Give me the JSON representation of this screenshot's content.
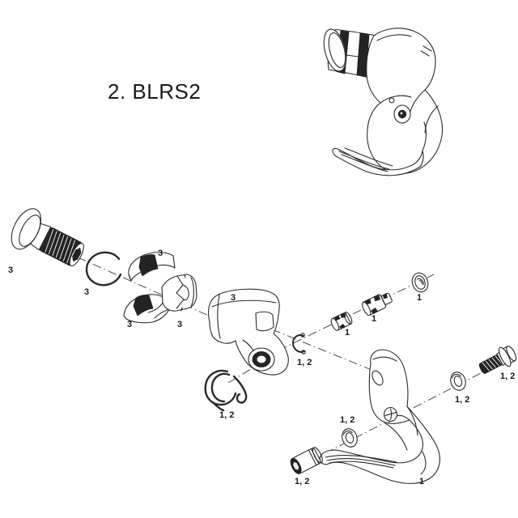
{
  "title": "2. BLRS2",
  "diagram": {
    "type": "exploded-parts-diagram",
    "subject": "aero brake lever",
    "colors": {
      "line": "#2a2a2a",
      "dark_fill": "#242424",
      "background": "#ffffff",
      "label_text": "#1a1a1a"
    },
    "parts": [
      {
        "name": "mounting-bolt",
        "label": "3"
      },
      {
        "name": "snap-ring",
        "label": "3"
      },
      {
        "name": "upper-shell",
        "label": "3"
      },
      {
        "name": "lower-shell",
        "label": "3"
      },
      {
        "name": "expander-wedge",
        "label": "3"
      },
      {
        "name": "clamp-body",
        "label": "3"
      },
      {
        "name": "return-spring",
        "label": "1, 2"
      },
      {
        "name": "retaining-clip",
        "label": "1, 2"
      },
      {
        "name": "cable-ferrule",
        "label": "1"
      },
      {
        "name": "barrel-adjuster",
        "label": "1"
      },
      {
        "name": "adjuster-washer",
        "label": "1"
      },
      {
        "name": "lever-blade",
        "label": "1"
      },
      {
        "name": "pivot-washer-inner",
        "label": "1, 2"
      },
      {
        "name": "barrel-nut",
        "label": "1, 2"
      },
      {
        "name": "pivot-washer-outer",
        "label": "1, 2"
      },
      {
        "name": "pivot-bolt",
        "label": "1, 2"
      },
      {
        "name": "assembled-lever"
      }
    ]
  }
}
